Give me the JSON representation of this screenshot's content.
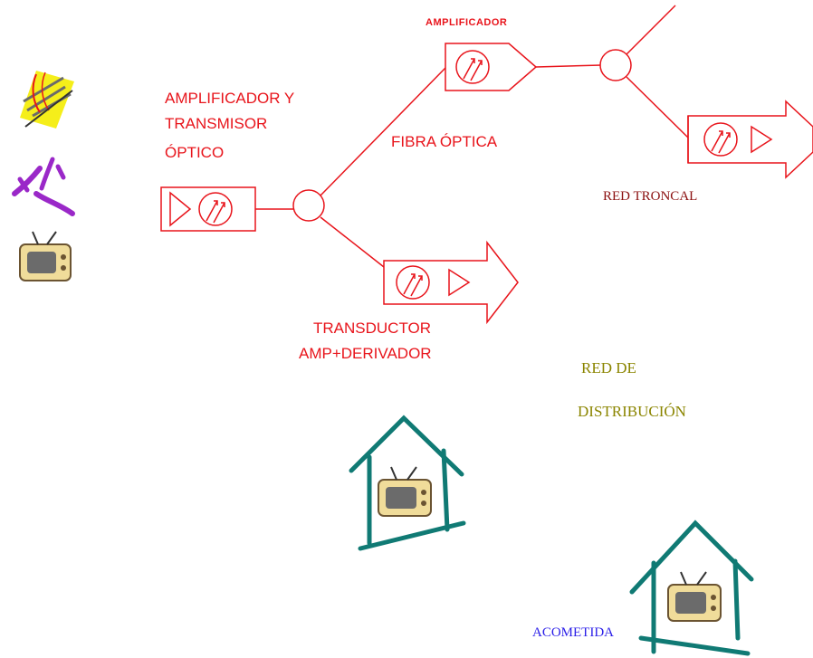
{
  "labels": {
    "amp_transmisor": [
      "AMPLIFICADOR Y",
      "TRANSMISOR",
      "ÓPTICO"
    ],
    "amplificador_top": "AMPLIFICADOR",
    "fibra_optica": "FIBRA ÓPTICA",
    "red_troncal": "RED TRONCAL",
    "transductor": [
      "TRANSDUCTOR",
      "AMP+DERIVADOR"
    ],
    "red_distribucion": [
      "RED DE",
      "DISTRIBUCIÓN"
    ],
    "acometida": "ACOMETIDA"
  },
  "colors": {
    "network_red": "#e8141b",
    "house_teal": "#107a74",
    "label_darkred": "#8b1010",
    "label_olive": "#8b8500",
    "label_blue": "#2a1ee8"
  },
  "icons": [
    "satellite-dish-icon",
    "antenna-icon",
    "tv-set-icon",
    "house-icon"
  ]
}
